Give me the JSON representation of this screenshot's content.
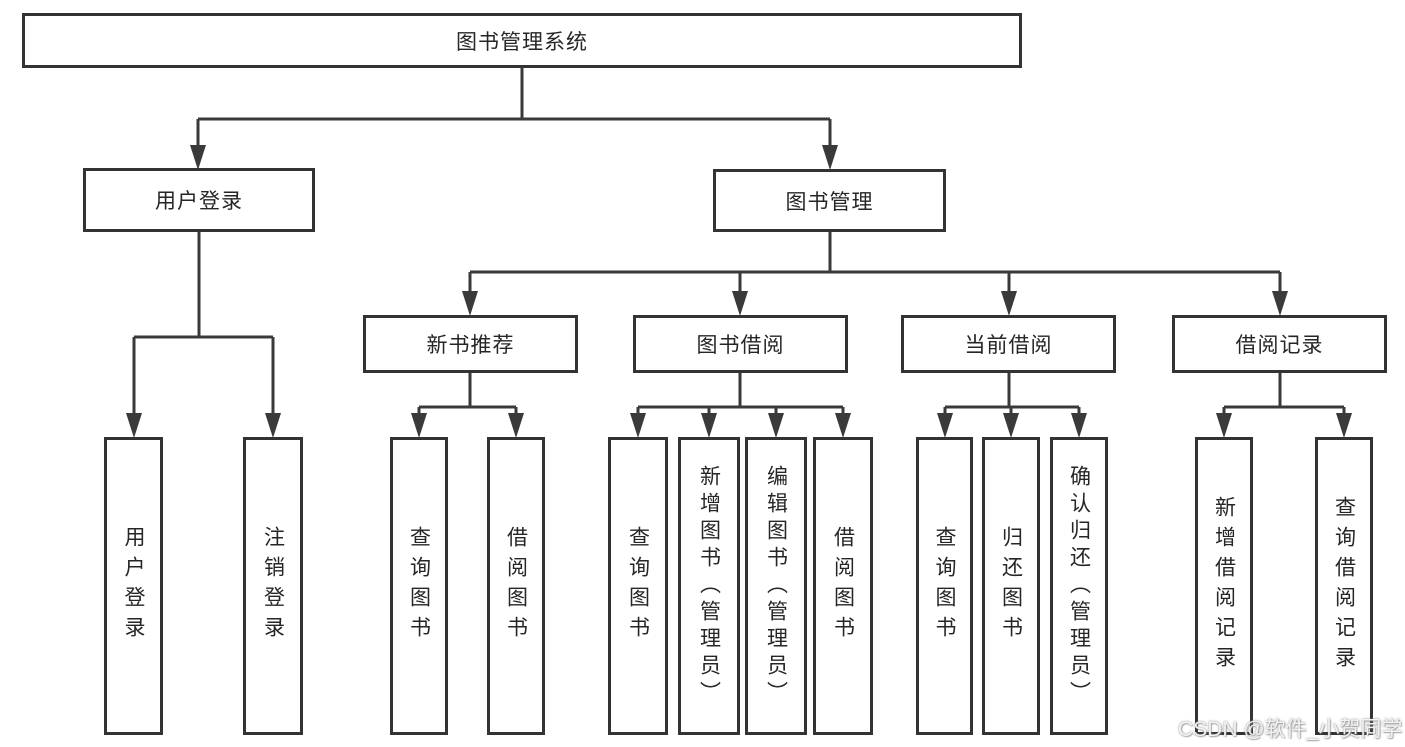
{
  "watermark": "CSDN @软件_小贺同学",
  "colors": {
    "line": "#3a3a3a",
    "box_border": "#333333",
    "box_fill": "#ffffff",
    "text": "#262626",
    "watermark_text": "#f2f2f2"
  },
  "tree": {
    "label": "图书管理系统",
    "children": [
      {
        "label": "用户登录",
        "children": [
          {
            "label": "用户登录"
          },
          {
            "label": "注销登录"
          }
        ]
      },
      {
        "label": "图书管理",
        "children": [
          {
            "label": "新书推荐",
            "children": [
              {
                "label": "查询图书"
              },
              {
                "label": "借阅图书"
              }
            ]
          },
          {
            "label": "图书借阅",
            "children": [
              {
                "label": "查询图书"
              },
              {
                "label": "新增图书（管理员）"
              },
              {
                "label": "编辑图书（管理员）"
              },
              {
                "label": "借阅图书"
              }
            ]
          },
          {
            "label": "当前借阅",
            "children": [
              {
                "label": "查询图书"
              },
              {
                "label": "归还图书"
              },
              {
                "label": "确认归还（管理员）"
              }
            ]
          },
          {
            "label": "借阅记录",
            "children": [
              {
                "label": "新增借阅记录"
              },
              {
                "label": "查询借阅记录"
              }
            ]
          }
        ]
      }
    ]
  }
}
